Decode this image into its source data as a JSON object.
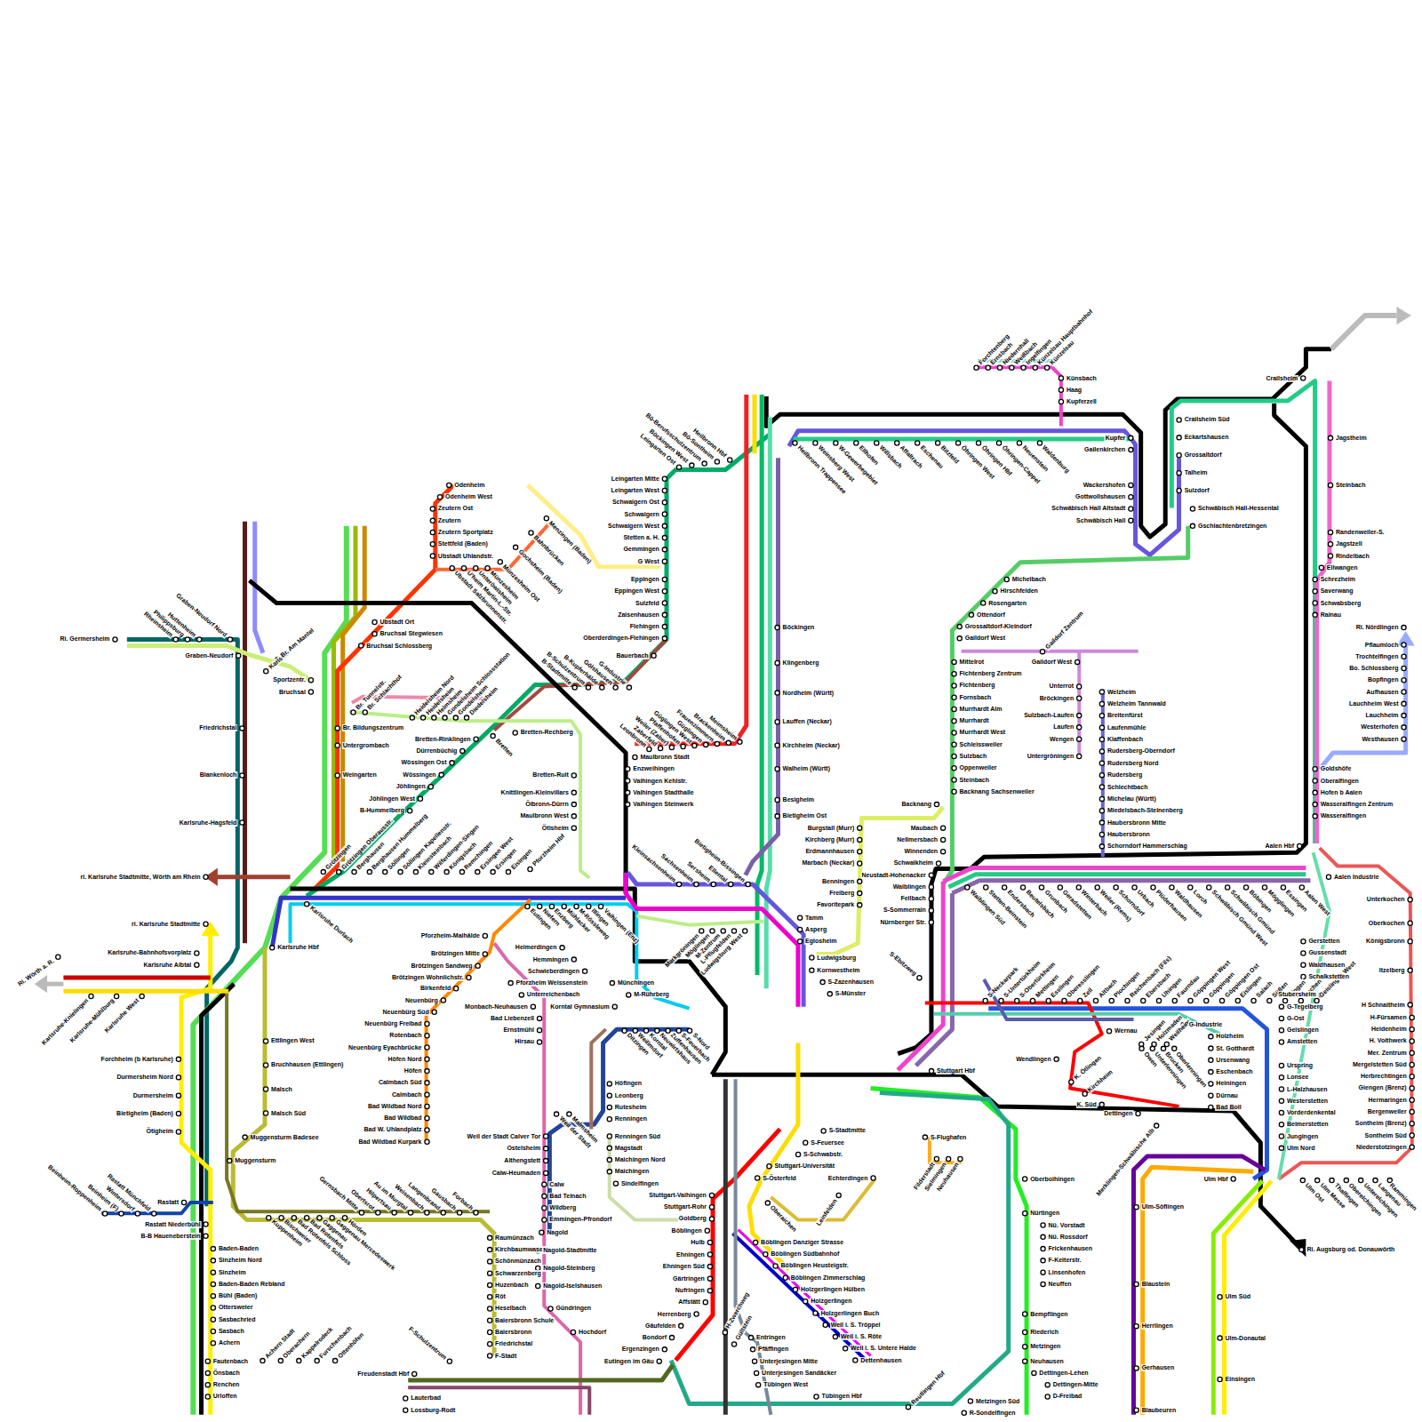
{
  "diagram": {
    "labels": [
      "Ri. Germersheim",
      "Rheinsheim",
      "Philippsburg",
      "Huttenheim",
      "Graben-Neudorf Nord",
      "Graben-Neudorf",
      "Karlsdorf",
      "Br. Am Mantel",
      "Sportzentr.",
      "Bruchsal",
      "Friedrichstal",
      "Blankenloch",
      "Karlsruhe-Hagsfeld",
      "ri. Karlsruhe Stadtmitte, Wörth am Rhein",
      "ri. Karlsruhe Stadtmitte",
      "Karlsruhe-Bahnhofsvorplatz",
      "Karlsruhe Albtal",
      "Karlsruhe Hbf",
      "Karlsruhe Durlach",
      "Ri. Wörth a. R.",
      "Karlsruhe-Knielingen",
      "Karlsruhe-Mühlburg",
      "Karlsruhe West",
      "Forchheim (b Karlsruhe)",
      "Durmersheim Nord",
      "Durmersheim",
      "Bietigheim (Baden)",
      "Ötigheim",
      "Beinheim-Roppenheim",
      "Beinheim (F)",
      "Wintersdorf",
      "Rastatt Münchfeld",
      "Rastatt",
      "Rastatt Niederbühl",
      "B-B Haueneberstein",
      "Baden-Baden",
      "Sinzheim Nord",
      "Sinzheim",
      "Baden-Baden Rebland",
      "Bühl (Baden)",
      "Ottersweier",
      "Sasbachried",
      "Sasbach",
      "Achern",
      "Fautenbach",
      "Önsbach",
      "Renchen",
      "Urloffen",
      "Achern Stadt",
      "Oberachern",
      "Kappelrodeck",
      "Furschenbach",
      "Ottenhöfen",
      "Ettlingen West",
      "Bruchhausen (Ettlingen)",
      "Malsch",
      "Malsch Süd",
      "Muggensturm Badesee",
      "Muggensturm",
      "Gernsbach Mitte",
      "Obertsrot",
      "Hilpertsau",
      "Au im Murgtal",
      "Weisenbach",
      "Langenbrand",
      "Gausbach",
      "Forbach",
      "Kuppenheim",
      "Bischweier",
      "Bad Rotenfels Schloss",
      "Bad Rotenfels",
      "Gaggenau",
      "Gaggenau Mercedeswerk",
      "Hörden",
      "Raumünzach",
      "Kirchbaumwasen",
      "Schönmünzach",
      "Schwarzenberg",
      "Huzenbach",
      "Röt",
      "Heselbach",
      "Baiersbronn Schule",
      "Baiersbronn",
      "Friedrichstal",
      "F-Stadt",
      "Freudenstadt Hbf",
      "Lauterbad",
      "Lossburg-Rodt",
      "F-Schulzentrum",
      "Ubstadt Ort",
      "Bruchsal Stegwiesen",
      "Bruchsal Schlossberg",
      "Br. Tunnelstr.",
      "Br. Schlachthof",
      "Heidelsheim Nord",
      "Heidelsheim",
      "Helmsheim",
      "Gondelsheim Schlossstation",
      "Gondelsheim",
      "Diedelsheim",
      "Br. Bildungszentrum",
      "Untergrombach",
      "Weingarten",
      "Bretten-Rinklingen",
      "Bretten",
      "Bretten-Rechberg",
      "Dürrenbüchig",
      "Wössingen Ost",
      "Wössingen",
      "Jöhlingen",
      "Jöhlingen West",
      "B-Hummelberg",
      "Grötzingen",
      "Grötzingen Oberausstr.",
      "Berghausen",
      "Berghausen Hummelberg",
      "Söllingen",
      "Söllingen Kapellenstr.",
      "Kleinsteinbach",
      "Wilferdingen-Singen",
      "Königsbach",
      "Remchingen",
      "Ersingen West",
      "Ersingen",
      "Eisingen",
      "Pforzheim Hbf",
      "Eutingen",
      "Niefern",
      "Enzberg",
      "Mühlacker",
      "M-Rössleweg",
      "Illingen",
      "Vaihingen (Enz)",
      "Pforzheim-Maihälde",
      "Brötzingen Mitte",
      "Brötzingen Sandweg",
      "Brötzingen Wohnlichstr.",
      "Birkenfeld",
      "Neuenbürg",
      "Neuenbürg Süd",
      "Neuenbürg Freibad",
      "Rotenbach",
      "Neuenbürg Eyachbrücke",
      "Höfen Nord",
      "Höfen",
      "Calmbach Süd",
      "Calmbach",
      "Bad Wildbad Nord",
      "Bad Wildbad",
      "Bad W. Uhlandplatz",
      "Bad Wildbad Kurpark",
      "Heimerdingen",
      "Hemmingen",
      "Schwieberdingen",
      "Münchingen",
      "M-Rührberg",
      "Korntal Gymnasium",
      "Pforzheim Weissenstein",
      "Unterreichenbach",
      "Monbach-Neuhausen",
      "Bad Liebenzell",
      "Ernstmühl",
      "Hirsau",
      "Nagold",
      "Nagold-Stadtmitte",
      "Nagold-Steinberg",
      "Nagold-Iselshausen",
      "Gündringen",
      "Hochdorf",
      "Weil der Stadt Calver Tor",
      "Ostelsheim",
      "Althengstett",
      "Calw-Heumaden",
      "Calw",
      "Bad Teinach",
      "Wildberg",
      "Emmingen-Pfrondorf",
      "Weil der Stadt",
      "Malmsheim",
      "Höfingen",
      "Leonberg",
      "Rutesheim",
      "Renningen",
      "Renningen Süd",
      "Magstadt",
      "Maichingen Nord",
      "Maichingen",
      "Sindelfingen",
      "Ditzingen",
      "Weilimdorf",
      "Korntal",
      "Neuwirtshaus",
      "Zuffenhausen",
      "S-Feuerbach",
      "S-Nord",
      "Maulbronn Stadt",
      "Enzweihingen",
      "Vaihingen Kehlstr.",
      "Vaihingen Stadthalle",
      "Vaihingen Steinwerk",
      "Bretten-Ruit",
      "Knittlingen-Kleinvillars",
      "Ölbronn-Dürrn",
      "Maulbronn West",
      "Ötisheim",
      "Kleinsachsenheim",
      "Sachsenheim",
      "Sersheim",
      "Ellental",
      "Bietigheim-Bissingen",
      "Tamm",
      "Asperg",
      "Eglosheim",
      "Ludwigsburg",
      "Kornwestheim",
      "S-Zazenhausen",
      "S-Münster",
      "Markgröningen",
      "Möglingen",
      "M-Zentrum",
      "L-Pflugfelden",
      "Ludwigsburg West",
      "Burgstall (Murr)",
      "Kirchberg (Murr)",
      "Erdmannhausen",
      "Marbach (Neckar)",
      "Benningen",
      "Freiberg",
      "Favoritepark",
      "Leingarten Mitte",
      "Leingarten West",
      "Schwaigern Ost",
      "Schwaigern",
      "Schwaigern West",
      "Stetten a. H.",
      "Gemmingen",
      "G West",
      "Eppingen",
      "Eppingen West",
      "Sulzfeld",
      "Zaisenhausen",
      "Flehingen",
      "Oberderdingen-Flehingen",
      "Bauerbach",
      "Odenheim",
      "Odenheim West",
      "Zeutern Ost",
      "Zeutern",
      "Zeutern Sportplatz",
      "Stettfeld (Baden)",
      "Ubstadt Uhlandstr.",
      "Ubstadt Salzbrunnenstr.",
      "U'heim Martin-L.-Str.",
      "Unteröwisheim",
      "Münzesheim",
      "Münzesheim Ost",
      "Gochsheim (Baden)",
      "Bahnbrücken",
      "Menzingen (Baden)",
      "B-Stadtmitte",
      "B-Schulzentrum",
      "B-Kupferhälde",
      "Gölshausen",
      "G-Industrie",
      "Leingarten Ost",
      "Böckingen West",
      "Bö-Berufsschulzentrum",
      "Bö-Sontheim",
      "Heilbronn Hbf",
      "Heilbronn Trappensee",
      "Weinsberg West",
      "W-Gewerbegebiet",
      "Ellhofen",
      "Willsbach",
      "Affaltrach",
      "Eschenau",
      "Bitzfeld",
      "Öhringen West",
      "Öhringen Hbf",
      "Öhringen-Cappel",
      "Neuenstein",
      "Waldenburg",
      "Böckingen",
      "Klingenberg",
      "Nordheim (Württ)",
      "Lauffen (Neckar)",
      "Kirchheim (Neckar)",
      "Walheim (Württ)",
      "Besigheim",
      "Bietigheim Ost",
      "Leonbronn",
      "Zaberfeld",
      "Weiler (Zaber)",
      "Pfaffenhofen",
      "Güglingen West",
      "Güglingen",
      "Frauenzimmern",
      "Brackenheim",
      "Meimsheim",
      "Forchtenberg",
      "Ernsbach",
      "Niedernhall",
      "Weißbach",
      "Ingelfingen",
      "Künzelsau Hauptbahnhof",
      "Künzelsau",
      "Künsbach",
      "Haag",
      "Kupferzell",
      "Kupfer",
      "Gailenkirchen",
      "Wackershofen",
      "Gottwollshausen",
      "Schwäbisch Hall Altstadt",
      "Schwäbisch Hall",
      "Crailsheim Süd",
      "Eckartshausen",
      "Grossaltdorf",
      "Talheim",
      "Sulzdorf",
      "Schwäbisch Hall-Hessental",
      "Gschlachtenbretzingen",
      "Crailsheim",
      "Jagstheim",
      "Steinbach",
      "Randenweiler-S.",
      "Jagstzell",
      "Rindelbach",
      "Ellwangen",
      "Schrezheim",
      "Saverwang",
      "Schwabsberg",
      "Rainau",
      "Ri. Nördlingen",
      "Pflaumloch",
      "Trochtelfingen",
      "Bo. Schlossberg",
      "Bopfingen",
      "Aufhausen",
      "Lauchheim West",
      "Lauchheim",
      "Westerhofen",
      "Westhausen",
      "Goldshöfe",
      "Oberalfingen",
      "Hofen b Aalen",
      "Wasseralfingen Zentrum",
      "Wasseralfingen",
      "Aalen Hbf",
      "Aalen Industrie",
      "Unterkochen",
      "Oberkochen",
      "Königsbronn",
      "Itzelberg",
      "H Schnaitheim",
      "H-Fürsamen",
      "Heidenheim",
      "H. Voithwerk",
      "Mer. Zentrum",
      "Mergelstetten Süd",
      "Herbrechtingen",
      "Giengen (Brenz)",
      "Hermaringen",
      "Bergenweiler",
      "Sontheim (Brenz)",
      "Sontheim Süd",
      "Niederstotzingen",
      "Michelbach",
      "Hirschfelden",
      "Rosengarten",
      "Ottendorf",
      "Grossaltdorf-Kleindorf",
      "Gaildorf West",
      "Mittelrot",
      "Fichtenberg Zentrum",
      "Fichtenberg",
      "Fornsbach",
      "Murrhardt Alm",
      "Murrhardt",
      "Murrhardt West",
      "Schleissweiler",
      "Sulzbach",
      "Oppenweiler",
      "Steinbach",
      "Backnang Sachsenweiler",
      "Gaildorf Zentrum",
      "Gaildorf West",
      "Unterrot",
      "Bröckingen",
      "Sulzbach-Laufen",
      "Laufen",
      "Wengen",
      "Untergröningen",
      "Welzheim",
      "Welzheim Tannwald",
      "Breitenfürst",
      "Laufenmühle",
      "Klaffenbach",
      "Rudersberg-Oberndorf",
      "Rudersberg Nord",
      "Rudersberg",
      "Schlechtbach",
      "Michelau (Württ)",
      "Miedelsbach-Steinenberg",
      "Haubersbronn Mitte",
      "Haubersbronn",
      "Schorndorf Hammerschlag",
      "Backnang",
      "Maubach",
      "Nellmersbach",
      "Winnenden",
      "Schwaikheim",
      "Neustadt-Hohenacker",
      "Waiblingen",
      "Fellbach",
      "S-Sommerrain",
      "Nürnberger Str.",
      "Waiblingen Süd",
      "Stetten-Beinstein",
      "Endersbach",
      "Beutelsbach",
      "Grunbach",
      "Geradstetten",
      "Winterbach",
      "Weiler (Rems)",
      "Schorndorf",
      "Urbach",
      "Plüderhausen",
      "Waldhausen",
      "Lorch",
      "Schwäbisch Gmünd West",
      "Schwäbisch Gmünd",
      "Böbingen",
      "Mögglingen",
      "Essingen",
      "Aalen West",
      "S-Ebitzweg",
      "S-Neckarpark",
      "S-Untertürkheim",
      "S-Obertürkheim",
      "Mettingen",
      "Esslingen",
      "Oberesslingen",
      "Zell",
      "Altbach",
      "Plochingen",
      "Reichenbach (Fils)",
      "Ebersbach",
      "Uhingen",
      "Faurndau",
      "Göppingen West",
      "Göppingen",
      "Göppingen Ost",
      "Eislingen",
      "Salach",
      "Süßen",
      "Gingen",
      "Kuchen",
      "Geislingen West",
      "Wernau",
      "Wendlingen",
      "K. Ötlingen",
      "Kirchheim",
      "K. Süd",
      "Dettingen",
      "Jesingen",
      "Holzmaden",
      "Weilheim",
      "Owen",
      "Unterlenningen",
      "Brucken",
      "Oberlenningen",
      "G-Industrie",
      "Holzheim",
      "St. Gotthardt",
      "Ursenwang",
      "Eschenbach",
      "Heiningen",
      "Dürnau",
      "Bad Boll",
      "Gerstetten",
      "Gussenstadt",
      "Waldhausen",
      "Schalkstetten",
      "Stubersheim",
      "G-Tegelberg",
      "G-Ost",
      "Geislingen",
      "Amstetten",
      "Urspring",
      "Lonsee",
      "L-Halzhausen",
      "Westerstetten",
      "Vorderdenkental",
      "Beimerstetten",
      "Jungingen",
      "Ulm Nord",
      "Ulm Hbf",
      "Ulm Ost",
      "Ulm Messe",
      "Thalfingen",
      "Oberelchingen",
      "Unterelchingen",
      "Langenau",
      "Rammingen",
      "Ri. Augsburg od. Donauwörth",
      "Ulm-Söflingen",
      "Blaustein",
      "Herrlingen",
      "Gerhausen",
      "Blaubeuren",
      "Ulm Süd",
      "Ulm-Donautal",
      "Einsingen",
      "Merklingen-Schwäbische Alb",
      "Stuttgart Hbf",
      "S-Stadtmitte",
      "S-Feuersee",
      "S-Schwabstr.",
      "Stuttgart-Universität",
      "S-Österfeld",
      "Echterdingen",
      "S-Flughafen",
      "Filderstadt",
      "Sielmingen",
      "Neuhausen",
      "Oberaichen",
      "Leinfelden",
      "Stuttgart-Vaihingen",
      "Stuttgart-Rohr",
      "Goldberg",
      "Böblingen",
      "Hulb",
      "Ehningen",
      "Ehningen Süd",
      "Gärtringen",
      "Nufringen",
      "Affstätt",
      "Herrenberg",
      "Gäufelden",
      "Bondorf",
      "Ergenzingen",
      "Eutingen im Gäu",
      "Böblingen Danziger Strasse",
      "Böblingen Südbahnhof",
      "Böblingen Heusteigstr.",
      "Böblingen Zimmerschlag",
      "Holzgerlingen Hülben",
      "Holzgerlingen",
      "Holzgerlingen Buch",
      "Weil i. S. Tröppel",
      "Weil i. S. Röte",
      "Weil i. S. Untere Halde",
      "Dettenhausen",
      "H-Zwerchweg",
      "Gültstein",
      "Entringen",
      "Pfäffingen",
      "Unterjesingen Mitte",
      "Unterjesingen Sandäcker",
      "Tübingen West",
      "Tübingen Hbf",
      "Reutlingen Hbf",
      "Oberboihingen",
      "Nürtingen",
      "Nü. Vorstadt",
      "Nü. Rossdorf",
      "Frickenhausen",
      "F-Keiterstr.",
      "Linsenhofen",
      "Neuffen",
      "Bempflingen",
      "Riederich",
      "Metzingen",
      "Neuhausen",
      "Dettingen-Lehen",
      "Dettingen-Mitte",
      "D-Freibad",
      "Metzingen Süd",
      "R-Sondelfingen"
    ]
  }
}
